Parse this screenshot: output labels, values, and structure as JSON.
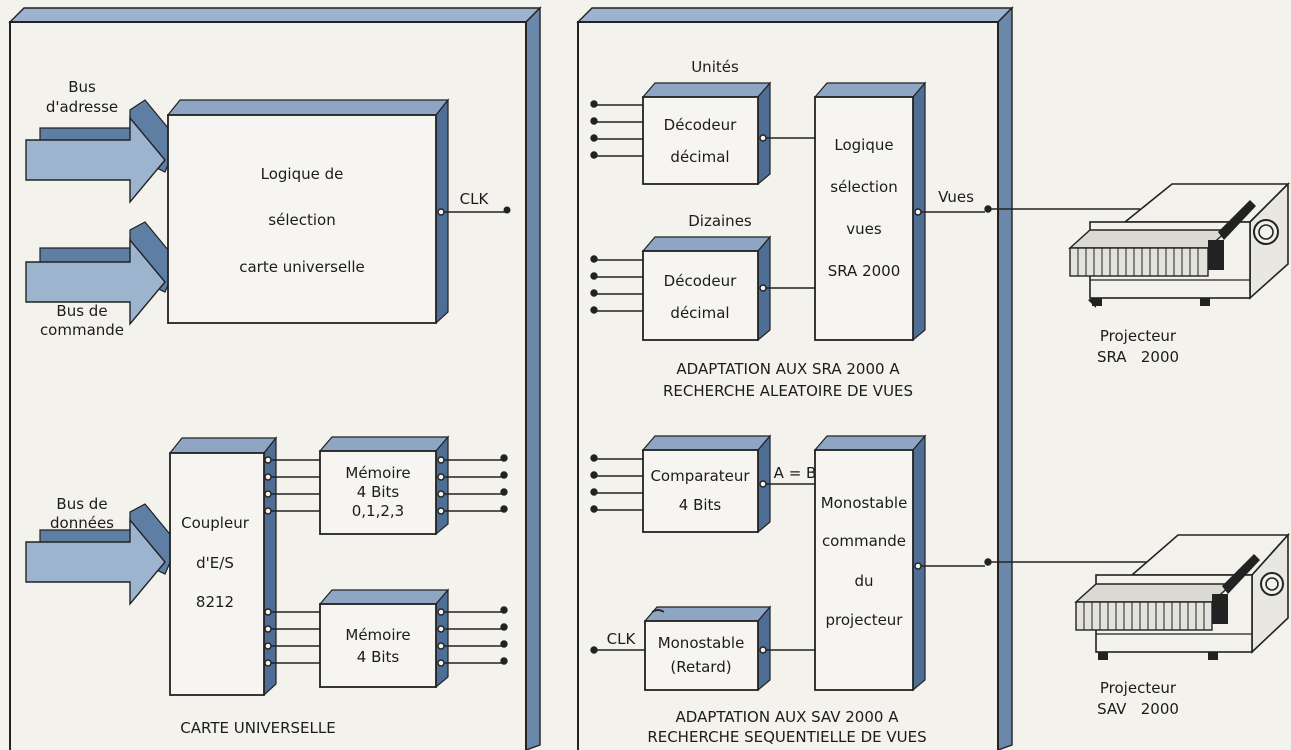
{
  "left_panel": {
    "title": "CARTE UNIVERSELLE",
    "bus_address": [
      "Bus",
      "d'adresse"
    ],
    "bus_command": [
      "Bus de",
      "commande"
    ],
    "bus_data": [
      "Bus de",
      "données"
    ],
    "selection_logic": [
      "Logique de",
      "sélection",
      "carte universelle"
    ],
    "clk": "CLK",
    "coupler": [
      "Coupleur",
      "d'E/S",
      "8212"
    ],
    "memory1": [
      "Mémoire",
      "4 Bits",
      "0,1,2,3"
    ],
    "memory2": [
      "Mémoire",
      "4 Bits"
    ]
  },
  "right_panel": {
    "units": "Unités",
    "tens": "Dizaines",
    "decoder1": [
      "Décodeur",
      "décimal"
    ],
    "decoder2": [
      "Décodeur",
      "décimal"
    ],
    "view_logic": [
      "Logique",
      "sélection",
      "vues",
      "SRA 2000"
    ],
    "views": "Vues",
    "sra_caption": [
      "ADAPTATION AUX SRA 2000 A",
      "RECHERCHE ALEATOIRE DE VUES"
    ],
    "comparator": [
      "Comparateur",
      "4 Bits"
    ],
    "a_eq_b": "A = B",
    "monostable_cmd": [
      "Monostable",
      "commande",
      "du",
      "projecteur"
    ],
    "monostable_delay": [
      "Monostable",
      "(Retard)"
    ],
    "clk": "CLK",
    "sav_caption": [
      "ADAPTATION AUX SAV 2000 A",
      "RECHERCHE SEQUENTIELLE DE VUES"
    ]
  },
  "projectors": {
    "sra": [
      "Projecteur",
      "SRA   2000"
    ],
    "sav": [
      "Projecteur",
      "SAV   2000"
    ]
  }
}
